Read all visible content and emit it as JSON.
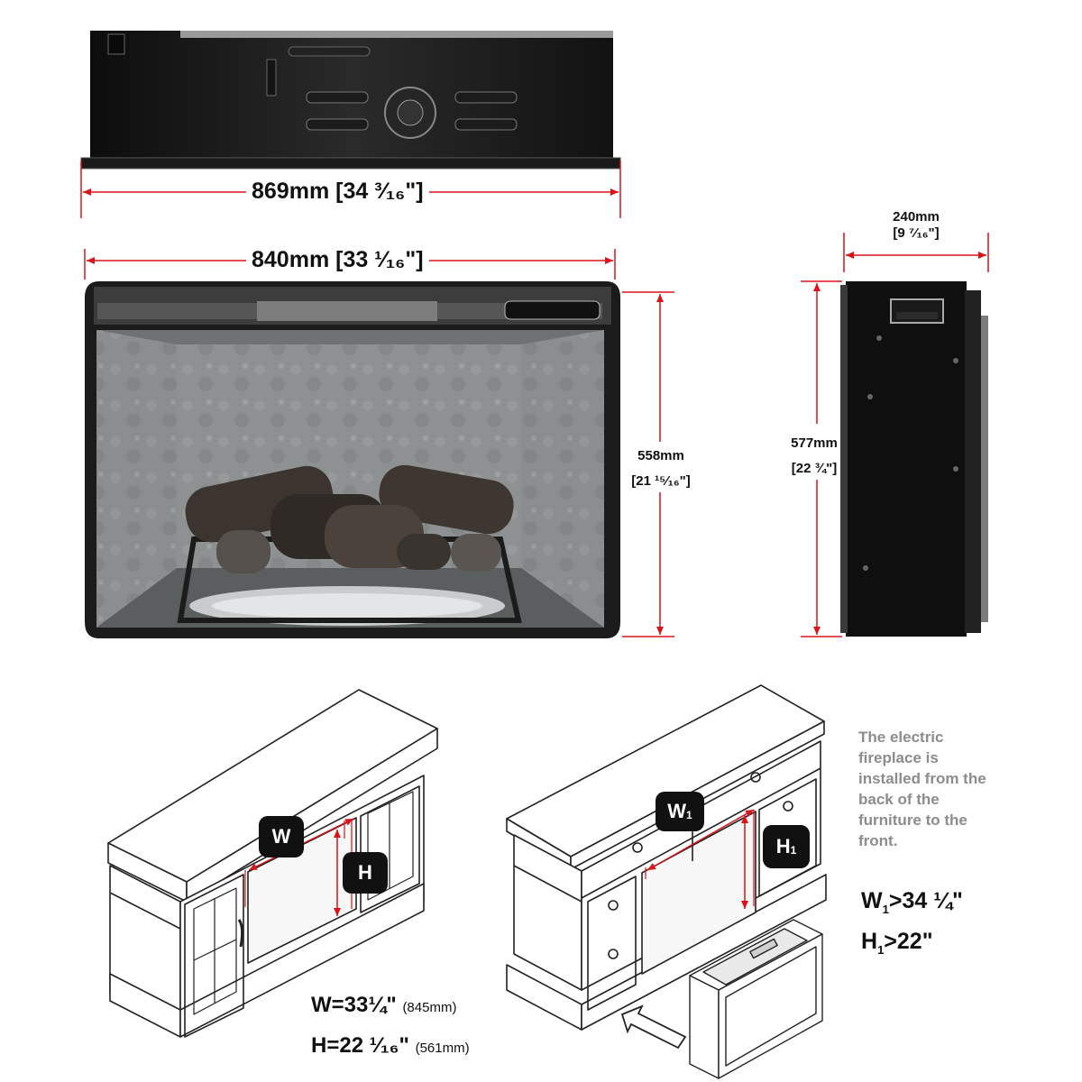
{
  "dimensions": {
    "top_width": {
      "mm": "869mm",
      "inch": "[34 ³⁄₁₆\"]"
    },
    "front_width": {
      "mm": "840mm",
      "inch": "[33 ¹⁄₁₆\"]"
    },
    "front_height": {
      "mm": "558mm",
      "inch": "[21 ¹⁵⁄₁₆\"]"
    },
    "side_depth": {
      "mm": "240mm",
      "inch": "[9 ⁷⁄₁₆\"]"
    },
    "side_height": {
      "mm": "577mm",
      "inch": "[22 ¾\"]"
    }
  },
  "cutout": {
    "badge_w": "W",
    "badge_h": "H",
    "width_text": "W=33¼\"",
    "width_mm": "(845mm)",
    "height_text": "H=22 ¹⁄₁₆\"",
    "height_mm": "(561mm)"
  },
  "install": {
    "badge_w": "W",
    "badge_w_sub": "1",
    "badge_h": "H",
    "badge_h_sub": "1",
    "note": "The electric fireplace is installed from the back of the furniture to the front.",
    "req_w_var": "W",
    "req_w_sub": "1",
    "req_w_rest": ">34 ¼\"",
    "req_h_var": "H",
    "req_h_sub": "1",
    "req_h_rest": ">22\""
  },
  "colors": {
    "dimension_line": "#d9141b",
    "note_text": "#8c8c8c",
    "badge": "#111111"
  }
}
